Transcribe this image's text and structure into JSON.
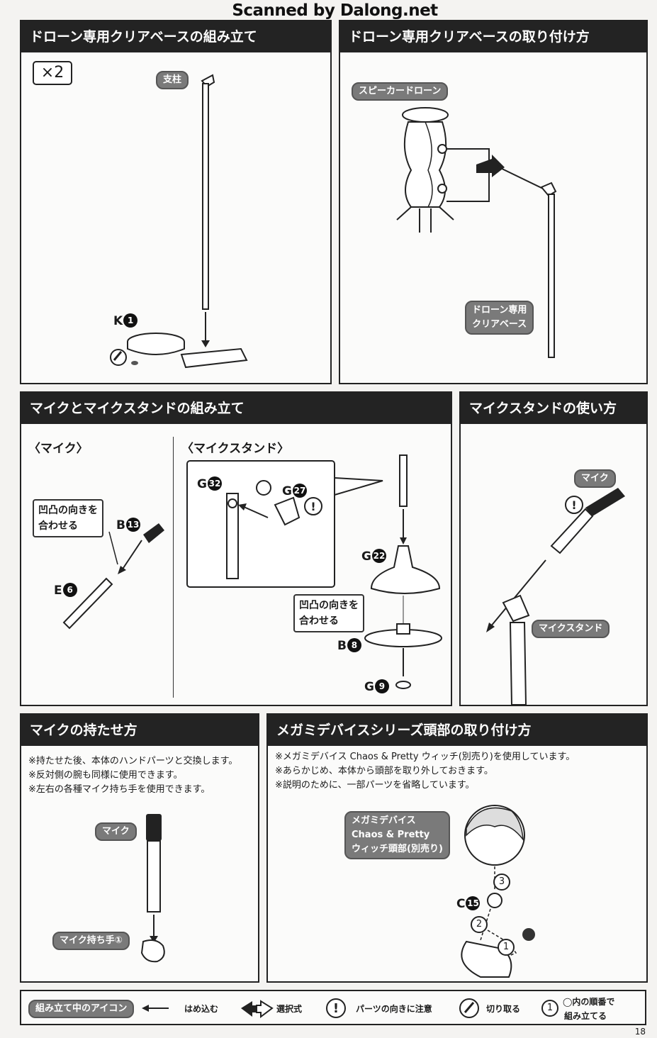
{
  "scan_credit": "Scanned by Dalong.net",
  "page_number": "18",
  "panels": {
    "base_assembly": {
      "title": "ドローン専用クリアベースの組み立て",
      "quantity": "×2",
      "tag_pillar": "支柱",
      "part_k": "K",
      "part_k_num": "1"
    },
    "base_attach": {
      "title": "ドローン専用クリアベースの取り付け方",
      "tag_drone": "スピーカードローン",
      "tag_base_l1": "ドローン専用",
      "tag_base_l2": "クリアベース"
    },
    "mic_assembly": {
      "title": "マイクとマイクスタンドの組み立て",
      "sub_mic": "〈マイク〉",
      "sub_stand": "〈マイクスタンド〉",
      "note1_l1": "凹凸の向きを",
      "note1_l2": "合わせる",
      "part_b13": "B",
      "part_b13_num": "13",
      "part_e6": "E",
      "part_e6_num": "6",
      "part_g32": "G",
      "part_g32_num": "32",
      "part_g27": "G",
      "part_g27_num": "27",
      "part_g22": "G",
      "part_g22_num": "22",
      "note2_l1": "凹凸の向きを",
      "note2_l2": "合わせる",
      "part_b8": "B",
      "part_b8_num": "8",
      "part_g9": "G",
      "part_g9_num": "9"
    },
    "stand_usage": {
      "title": "マイクスタンドの使い方",
      "tag_mic": "マイク",
      "tag_stand": "マイクスタンド"
    },
    "mic_holding": {
      "title": "マイクの持たせ方",
      "lines": [
        "※持たせた後、本体のハンドパーツと交換します。",
        "※反対側の腕も同様に使用できます。",
        "※左右の各種マイク持ち手を使用できます。"
      ],
      "tag_mic": "マイク",
      "tag_hand": "マイク持ち手①"
    },
    "head_attach": {
      "title": "メガミデバイスシリーズ頭部の取り付け方",
      "lines": [
        "※メガミデバイス Chaos & Pretty ウィッチ(別売り)を使用しています。",
        "※あらかじめ、本体から頭部を取り外しておきます。",
        "※説明のために、一部パーツを省略しています。"
      ],
      "tag_l1": "メガミデバイス",
      "tag_l2": "Chaos & Pretty",
      "tag_l3": "ウィッチ頭部(別売り)",
      "part_c15": "C",
      "part_c15_num": "15",
      "step1": "1",
      "step2": "2",
      "step3": "3"
    }
  },
  "legend": {
    "title": "組み立て中のアイコン",
    "insert": "はめ込む",
    "choice": "選択式",
    "caution": "パーツの向きに注意",
    "cut": "切り取る",
    "order_num": "1",
    "order_l1": "◯内の順番で",
    "order_l2": "組み立てる"
  }
}
